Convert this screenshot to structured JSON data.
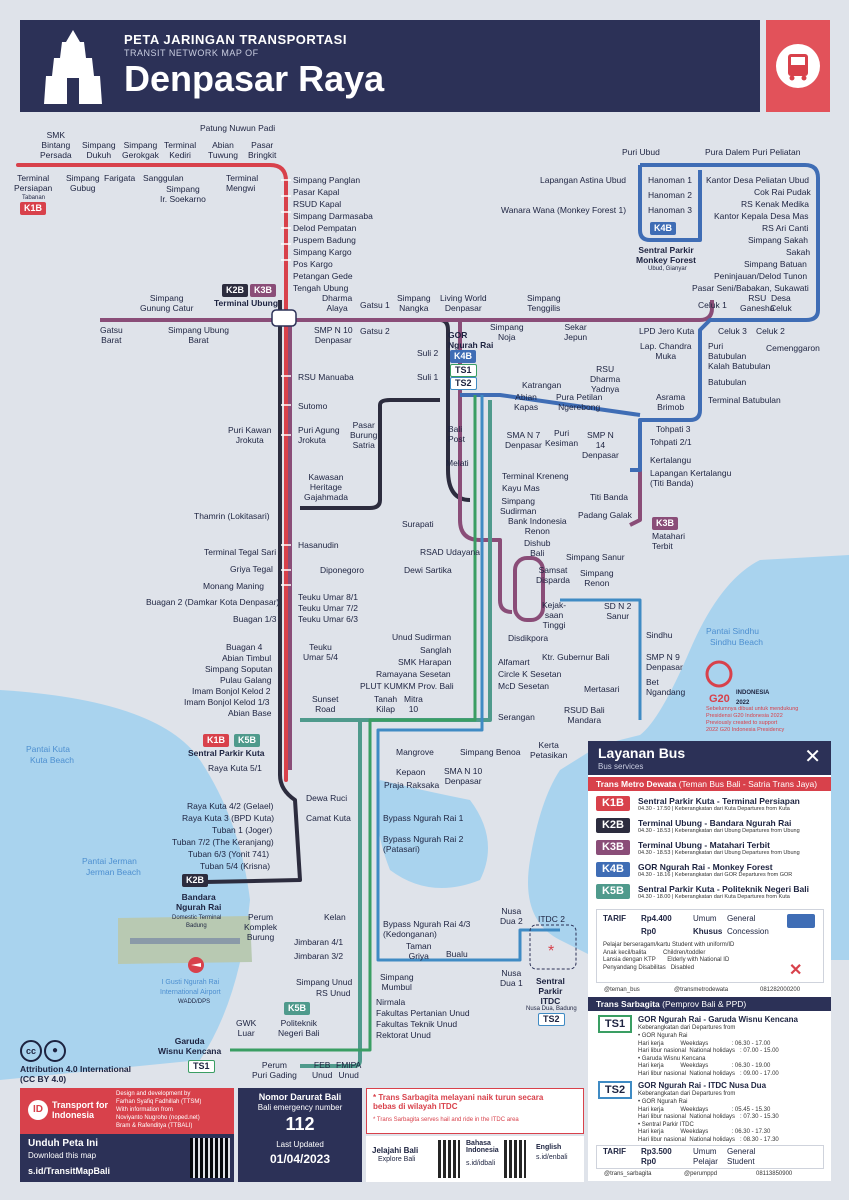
{
  "header": {
    "kicker": "PETA JARINGAN TRANSPORTASI",
    "sub": "TRANSIT NETWORK MAP OF",
    "title": "Denpasar Raya"
  },
  "routes": {
    "k1b": "K1B",
    "k2b": "K2B",
    "k3b": "K3B",
    "k4b": "K4B",
    "k5b": "K5B",
    "ts1": "TS1",
    "ts2": "TS2"
  },
  "stops": {
    "smk": "SMK\nBintang\nPersada",
    "simpang_dukuh": "Simpang\nDukuh",
    "simpang_gerokgak": "Simpang\nGerokgak",
    "terminal_kediri": "Terminal\nKediri",
    "patung": "Patung Nuwun Padi",
    "abian_tuwung": "Abian\nTuwung",
    "pasar_bringkit": "Pasar\nBringkit",
    "terminal_persiapan": "Terminal\nPersiapan",
    "tabanan": "Tabanan",
    "simpang_gubug": "Simpang\nGubug",
    "farigata": "Farigata",
    "sanggulan": "Sanggulan",
    "simpang_soekarno": "Simpang\nIr. Soekarno",
    "terminal_mengwi": "Terminal\nMengwi",
    "simpang_panglan": "Simpang Panglan",
    "pasar_kapal": "Pasar Kapal",
    "rsud_kapal": "RSUD Kapal",
    "simpang_darmasaba": "Simpang Darmasaba",
    "delod": "Delod Pempatan",
    "puspem": "Puspem Badung",
    "simpang_kargo": "Simpang Kargo",
    "pos_kargo": "Pos Kargo",
    "petangan": "Petangan Gede",
    "tengah_ubung": "Tengah Ubung",
    "terminal_ubung": "Terminal Ubung",
    "simpang_gunung_catur": "Simpang\nGunung Catur",
    "dharma_alaya": "Dharma\nAlaya",
    "gatsu1": "Gatsu 1",
    "simpang_nangka": "Simpang\nNangka",
    "living_world": "Living World\nDenpasar",
    "simpang_tenggilis": "Simpang\nTenggilis",
    "gatsu_barat": "Gatsu\nBarat",
    "simpang_ubung_barat": "Simpang Ubung\nBarat",
    "smp10": "SMP N 10\nDenpasar",
    "gatsu2": "Gatsu 2",
    "gor": "GOR\nNgurah Rai",
    "simpang_noja": "Simpang\nNoja",
    "sekar_jepun": "Sekar\nJepun",
    "suli2": "Suli 2",
    "suli1": "Suli 1",
    "rsu_manuaba": "RSU Manuaba",
    "sutomo": "Sutomo",
    "katrangan": "Katrangan",
    "abian_kapas": "Abian\nKapas",
    "pura_petilan": "Pura Petilan\nNgerebong",
    "rsu_dharma": "RSU\nDharma\nYadnya",
    "puri_kawan": "Puri Kawan\nJrokuta",
    "puri_agung": "Puri Agung\nJrokuta",
    "pasar_burung": "Pasar\nBurung\nSatria",
    "bali_post": "Bali\nPost",
    "sma7": "SMA N 7\nDenpasar",
    "puri_kesiman": "Puri\nKesiman",
    "smp14": "SMP N\n14\nDenpasar",
    "melati": "Melati",
    "terminal_kreneng": "Terminal Kreneng",
    "kayu_mas": "Kayu Mas",
    "kawasan": "Kawasan\nHeritage\nGajahmada",
    "simpang_sudirman": "Simpang\nSudirman",
    "bi_renon": "Bank Indonesia\nRenon",
    "dishub": "Dishub\nBali",
    "thamrin": "Thamrin (Lokitasari)",
    "surapati": "Surapati",
    "hasanudin": "Hasanudin",
    "terminal_tegal_sari": "Terminal Tegal Sari",
    "rsad": "RSAD Udayana",
    "samsat": "Samsat\nDisparda",
    "simpang_renon": "Simpang\nRenon",
    "simpang_sanur": "Simpang Sanur",
    "griya_tegal": "Griya Tegal",
    "diponegoro": "Diponegoro",
    "dewi_sartika": "Dewi Sartika",
    "monang_maning": "Monang Maning",
    "buagan2": "Buagan 2 (Damkar Kota Denpasar)",
    "buagan13": "Buagan 1/3",
    "tu81": "Teuku Umar 8/1",
    "tu72": "Teuku Umar 7/2",
    "tu63": "Teuku Umar 6/3",
    "tu54": "Teuku\nUmar 5/4",
    "kejaksaan": "Kejak-\nsaan\nTinggi",
    "disdikpora": "Disdikpora",
    "sdn2": "SD N 2\nSanur",
    "buagan4": "Buagan 4",
    "abian_timbul": "Abian Timbul",
    "simpang_soputan": "Simpang Soputan",
    "pulau_galang": "Pulau Galang",
    "imam_bonjol2": "Imam Bonjol Kelod 2",
    "imam_bonjol13": "Imam Bonjol Kelod 1/3",
    "abian_base": "Abian Base",
    "unud_sudirman": "Unud Sudirman",
    "sanglah": "Sanglah",
    "smk_harapan": "SMK Harapan",
    "ramayana": "Ramayana Sesetan",
    "plut": "PLUT KUMKM Prov. Bali",
    "alfamart": "Alfamart",
    "circle_k": "Circle K Sesetan",
    "mcd": "McD Sesetan",
    "ktr_gubernur": "Ktr. Gubernur Bali",
    "sunset_road": "Sunset\nRoad",
    "tanah_kilap": "Tanah\nKilap",
    "mitra10": "Mitra\n10",
    "serangan": "Serangan",
    "rsud_bali_mandara": "RSUD Bali\nMandara",
    "mertasari": "Mertasari",
    "smp9": "SMP N 9\nDenpasar",
    "bet_ngandang": "Bet\nNgandang",
    "sindhu": "Sindhu",
    "sentral_kuta": "Sentral Parkir Kuta",
    "raya_kuta51": "Raya Kuta 5/1",
    "mangrove": "Mangrove",
    "simpang_benoa": "Simpang Benoa",
    "kerta": "Kerta\nPetasikan",
    "kepaon": "Kepaon",
    "praja": "Praja Raksaka",
    "sma10": "SMA N 10\nDenpasar",
    "dewa_ruci": "Dewa Ruci",
    "raya_kuta42": "Raya Kuta 4/2 (Gelael)",
    "raya_kuta3": "Raya Kuta 3 (BPD Kuta)",
    "tuban1": "Tuban 1 (Joger)",
    "tuban72": "Tuban 7/2 (The Keranjang)",
    "tuban63": "Tuban 6/3 (Yonit 741)",
    "tuban54": "Tuban 5/4 (Krisna)",
    "camat_kuta": "Camat Kuta",
    "bypass1": "Bypass Ngurah Rai 1",
    "bypass2": "Bypass Ngurah Rai 2\n(Patasari)",
    "bandara": "Bandara\nNgurah Rai",
    "domestic": "Domestic Terminal",
    "badung": "Badung",
    "perum_komplek": "Perum\nKomplek\nBurung",
    "kelan": "Kelan",
    "jimbaran41": "Jimbaran 4/1",
    "jimbaran32": "Jimbaran 3/2",
    "bypass43": "Bypass Ngurah Rai 4/3\n(Kedonganan)",
    "taman_griya": "Taman\nGriya",
    "bualu": "Bualu",
    "nusa_dua2": "Nusa\nDua 2",
    "nusa_dua1": "Nusa\nDua 1",
    "itdc2": "ITDC 2",
    "sentral_itdc": "Sentral\nParkir\nITDC",
    "nusa_dua_badung": "Nusa Dua, Badung",
    "airport": "I Gusti Ngurah Rai\nInternational Airport",
    "wadd": "WADD/DPS",
    "simpang_unud": "Simpang Unud",
    "rs_unud": "RS Unud",
    "simpang_mumbul": "Simpang\nMumbul",
    "nirmala": "Nirmala",
    "fak_pertanian": "Fakultas Pertanian Unud",
    "fak_teknik": "Fakultas Teknik Unud",
    "rektorat": "Rektorat Unud",
    "gwk_luar": "GWK\nLuar",
    "politeknik": "Politeknik\nNegeri Bali",
    "garuda": "Garuda\nWisnu Kencana",
    "perum_puri": "Perum\nPuri Gading",
    "feb": "FEB\nUnud",
    "fmipa": "FMIPA\nUnud",
    "puri_ubud": "Puri Ubud",
    "pura_dalem": "Pura Dalem Puri Peliatan",
    "lapangan": "Lapangan Astina Ubud",
    "hanoman1": "Hanoman 1",
    "hanoman2": "Hanoman 2",
    "hanoman3": "Hanoman 3",
    "wanara": "Wanara Wana (Monkey Forest 1)",
    "sentral_monkey": "Sentral Parkir\nMonkey Forest",
    "ubud_gianyar": "Ubud, Gianyar",
    "kantor_desa": "Kantor Desa Peliatan Ubud",
    "cok_rai": "Cok Rai Pudak",
    "rs_kenak": "RS Kenak Medika",
    "kantor_kepala": "Kantor Kepala Desa Mas",
    "rs_ari": "RS Ari Canti",
    "simpang_sakah": "Simpang Sakah",
    "sakah": "Sakah",
    "simpang_batuan": "Simpang Batuan",
    "peninjauan": "Peninjauan/Delod Tunon",
    "pasar_seni": "Pasar Seni/Babakan, Sukawati",
    "celuk1": "Celuk 1",
    "rsu_ganesha": "RSU\nGanesha",
    "desa_celuk": "Desa\nCeluk",
    "celuk3": "Celuk 3",
    "celuk2": "Celuk 2",
    "cemenggaron": "Cemenggaron",
    "lpd": "LPD Jero Kuta",
    "lap_chandra": "Lap. Chandra\nMuka",
    "puri_batubulan": "Puri\nBatubulan",
    "kalah": "Kalah Batubulan",
    "batubulan": "Batubulan",
    "terminal_batubulan": "Terminal Batubulan",
    "asrama": "Asrama\nBrimob",
    "tohpati3": "Tohpati 3",
    "tohpati21": "Tohpati 2/1",
    "kertalangu": "Kertalangu",
    "lap_kertalangu": "Lapangan Kertalangu\n(Titi Banda)",
    "titi_banda": "Titi Banda",
    "padang_galak": "Padang Galak",
    "matahari": "Matahari\nTerbit"
  },
  "water": {
    "pantai_kuta": "Pantai Kuta",
    "kuta_beach": "Kuta Beach",
    "pantai_jerman": "Pantai Jerman",
    "jerman_beach": "Jerman Beach",
    "pantai_sindhu": "Pantai Sindhu",
    "sindhu_beach": "Sindhu Beach"
  },
  "g20": {
    "title": "INDONESIA\n2022",
    "note": "Sebelumnya dibuat untuk mendukung\nPresidensi G20 Indonesia 2022\nPreviously created to support\n2022 G20 Indonesia Presidency"
  },
  "legend": {
    "title": "Layanan Bus",
    "subtitle": "Bus services",
    "tmd": "Trans Metro Dewata",
    "tmd_note": "(Teman Bus Bali - Satria Trans Jaya)",
    "items": [
      {
        "code": "K1B",
        "name": "Sentral Parkir Kuta - Terminal Persiapan",
        "time": "04.30 - 17.50 | Keberangkatan dari Kuta Departures from Kuta",
        "color": "#d8414b"
      },
      {
        "code": "K2B",
        "name": "Terminal Ubung - Bandara Ngurah Rai",
        "time": "04.30 - 18.53 | Keberangkatan dari Ubung Departures from Ubung",
        "color": "#2c2c3e"
      },
      {
        "code": "K3B",
        "name": "Terminal Ubung - Matahari Terbit",
        "time": "04.30 - 18.53 | Keberangkatan dari Ubung Departures from Ubung",
        "color": "#8a4d78"
      },
      {
        "code": "K4B",
        "name": "GOR Ngurah Rai - Monkey Forest",
        "time": "04.30 - 18.16 | Keberangkatan dari GOR Departures from GOR",
        "color": "#3f6db5"
      },
      {
        "code": "K5B",
        "name": "Sentral Parkir Kuta - Politeknik Negeri Bali",
        "time": "04.30 - 18.00 | Keberangkatan dari Kuta Departures from Kuta",
        "color": "#4f9a8c"
      }
    ],
    "tarif": "TARIF",
    "price1": "Rp4.400",
    "umum": "Umum",
    "general": "General",
    "price0": "Rp0",
    "khusus": "Khusus",
    "concession": "Concession",
    "concession_lines": "Pelajar berseragam/kartu Student with uniform/ID\nAnak kecil/balita          Children/toddler\nLansia dengan KTP       Elderly with National ID\nPenyandang Disabilitas   Disabled",
    "social1": "@teman_bus",
    "social2": "@transmetrodewata",
    "phone1": "081282000200",
    "ts_head": "Trans Sarbagita",
    "ts_note": "(Pemprov Bali & PPD)",
    "ts1_name": "GOR Ngurah Rai - Garuda Wisnu Kencana",
    "ts1_sub": "Keberangkatan dari Departures from",
    "ts1_lines": "• GOR Ngurah Rai\nHari kerja          Weekdays              : 06.30 - 17.00\nHari libur nasional  National holidays   : 07.00 - 15.00\n• Garuda Wisnu Kencana\nHari kerja          Weekdays              : 06.30 - 19.00\nHari libur nasional  National holidays   : 09.00 - 17.00",
    "ts2_name": "GOR Ngurah Rai - ITDC Nusa Dua",
    "ts2_sub": "Keberangkatan dari Departures from",
    "ts2_lines": "• GOR Ngurah Rai\nHari kerja          Weekdays              : 05.45 - 15.30\nHari libur nasional  National holidays   : 07.30 - 15.30\n• Sentral Parkir ITDC\nHari kerja          Weekdays              : 06.30 - 17.30\nHari libur nasional  National holidays   : 08.30 - 17.30",
    "ts_price1": "Rp3.500",
    "ts_umum": "Umum",
    "ts_general": "General",
    "ts_price0": "Rp0",
    "ts_pelajar": "Pelajar",
    "ts_student": "Student",
    "social3": "@trans_sarbagita",
    "social4": "@perumppd",
    "phone2": "08113850900"
  },
  "license": {
    "title": "Attribution 4.0 International\n(CC BY 4.0)"
  },
  "footer": {
    "tfi": "Transport for\nIndonesia",
    "credits": "Design and development by\nFarhan Syafiq Fadhillah (TTSM)\nWith information from\nNoviyanto Nugroho (noped.net)\nBram & Rafenditya (TTBALI)",
    "download": "Unduh Peta Ini",
    "download_en": "Download this map",
    "url": "s.id/TransitMapBali",
    "emergency": "Nomor Darurat Bali",
    "emergency_en": "Bali emergency number",
    "emergency_num": "112",
    "updated": "Last Updated",
    "date": "01/04/2023",
    "note": "* Trans Sarbagita melayani naik turun secara\nbebas di wilayah ITDC",
    "note_en": "* Trans Sarbagita serves hail and ride in the ITDC area",
    "jelajahi": "Jelajahi Bali",
    "explore": "Explore Bali",
    "bahasa": "Bahasa\nIndonesia",
    "bahasa_url": "s.id/idbali",
    "english": "English",
    "english_url": "s.id/enbali"
  },
  "colors": {
    "k1b": "#d8414b",
    "k2b": "#2c2c3e",
    "k3b": "#8a4d78",
    "k4b": "#3f6db5",
    "k5b": "#4f9a8c",
    "ts1": "#3a9e63",
    "ts2": "#3f8bc4",
    "header": "#2c3157",
    "sea": "#a9d3ee"
  }
}
